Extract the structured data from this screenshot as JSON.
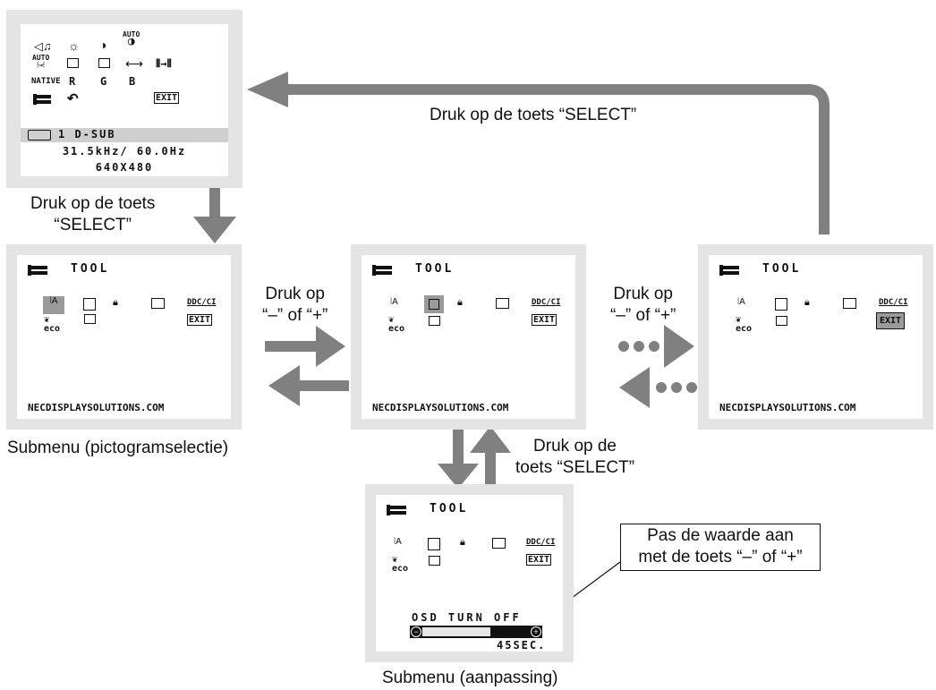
{
  "main_menu": {
    "auto_label": "AUTO",
    "native_label": "NATIVE",
    "r_label": "R",
    "g_label": "G",
    "b_label": "B",
    "exit_label": "EXIT",
    "input_label": "1 D-SUB",
    "frequency": "31.5kHz/ 60.0Hz",
    "resolution": "640X480"
  },
  "tool_screen": {
    "title": "TOOL",
    "ddc_label": "DDC/CI",
    "exit_label": "EXIT",
    "eco_label": "eco",
    "website": "NECDISPLAYSOLUTIONS.COM",
    "osd_label": "OSD TURN OFF",
    "osd_value": "45SEC.",
    "osd_level": 0.63
  },
  "labels": {
    "press_select_top": "Druk op de toets “SELECT”",
    "press_select_left_1": "Druk op de toets",
    "press_select_left_2": "“SELECT”",
    "press_minus_plus_1": "Druk op",
    "press_minus_plus_2": "“–” of “+”",
    "submenu_icon": "Submenu (pictogramselectie)",
    "press_select_bottom_1": "Druk op de",
    "press_select_bottom_2": "toets “SELECT”",
    "adjust_1": "Pas de waarde aan",
    "adjust_2": "met de toets “–” of “+”",
    "submenu_adjust": "Submenu (aanpassing)"
  }
}
